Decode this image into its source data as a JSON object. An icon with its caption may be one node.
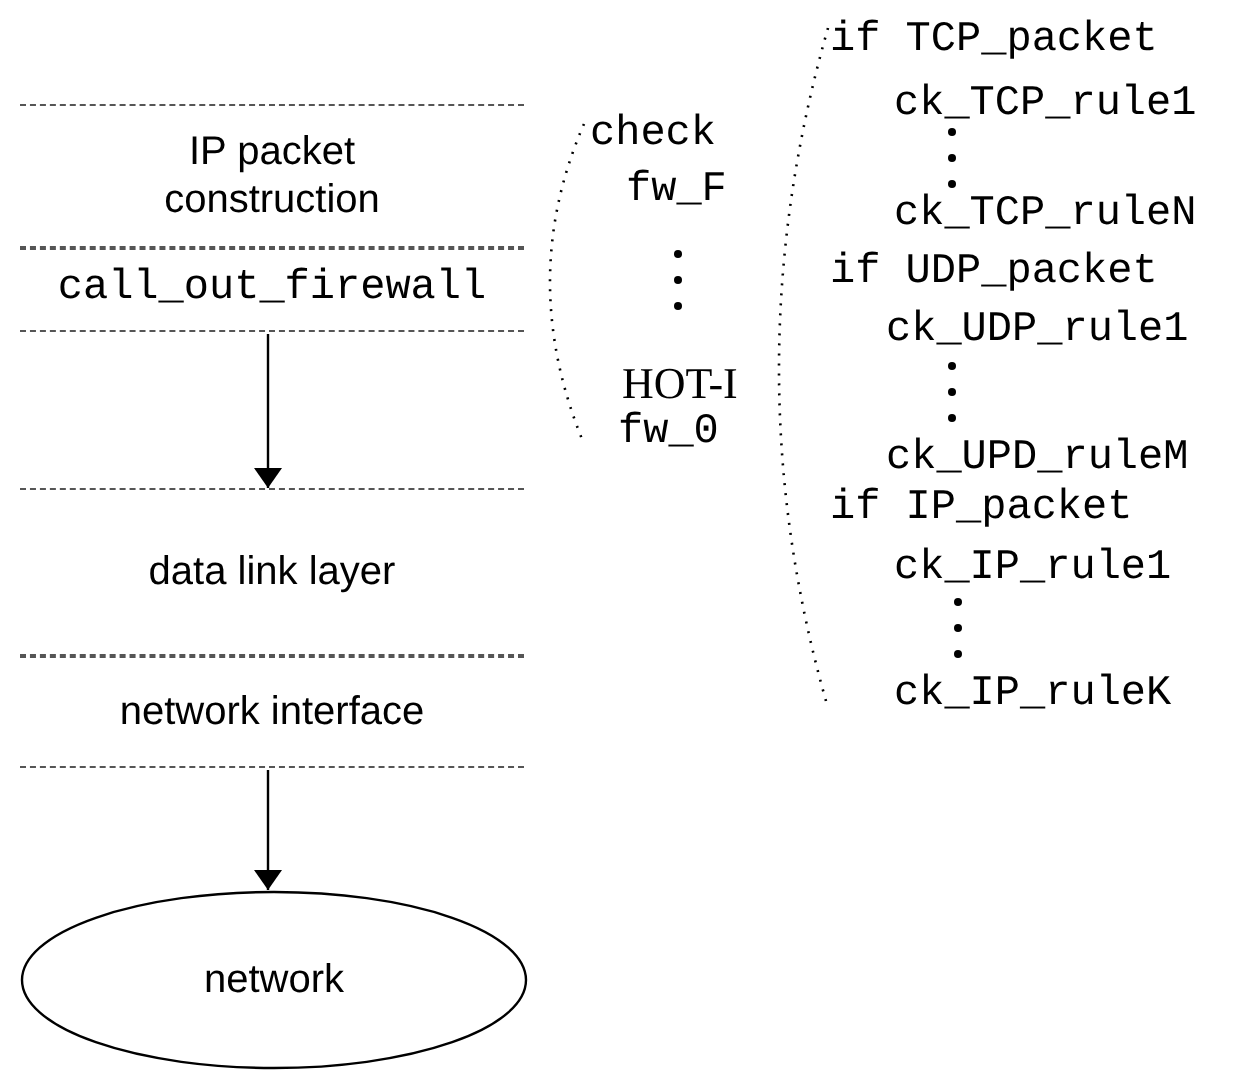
{
  "diagram": {
    "nodes": [
      {
        "text": [
          "IP packet construction"
        ]
      },
      {
        "text": [
          "call_out_firewall"
        ]
      },
      {
        "text": [
          "data link layer"
        ]
      },
      {
        "text": [
          "network interface"
        ]
      },
      {
        "text": [
          "network"
        ]
      }
    ],
    "edges": [
      {
        "from": 1,
        "to": 2,
        "arrow": "to"
      },
      {
        "from": 3,
        "to": 4,
        "arrow": "to"
      }
    ],
    "labels": [
      "check",
      "fw_F",
      "HOT-I",
      "fw_0",
      "if TCP_packet",
      "ck_TCP_rule1",
      "ck_TCP_ruleN",
      "if UDP_packet",
      "ck_UDP_rule1",
      "ck_UPD_ruleM",
      "if IP_packet",
      "ck_IP_rule1",
      "ck_IP_ruleK"
    ]
  }
}
